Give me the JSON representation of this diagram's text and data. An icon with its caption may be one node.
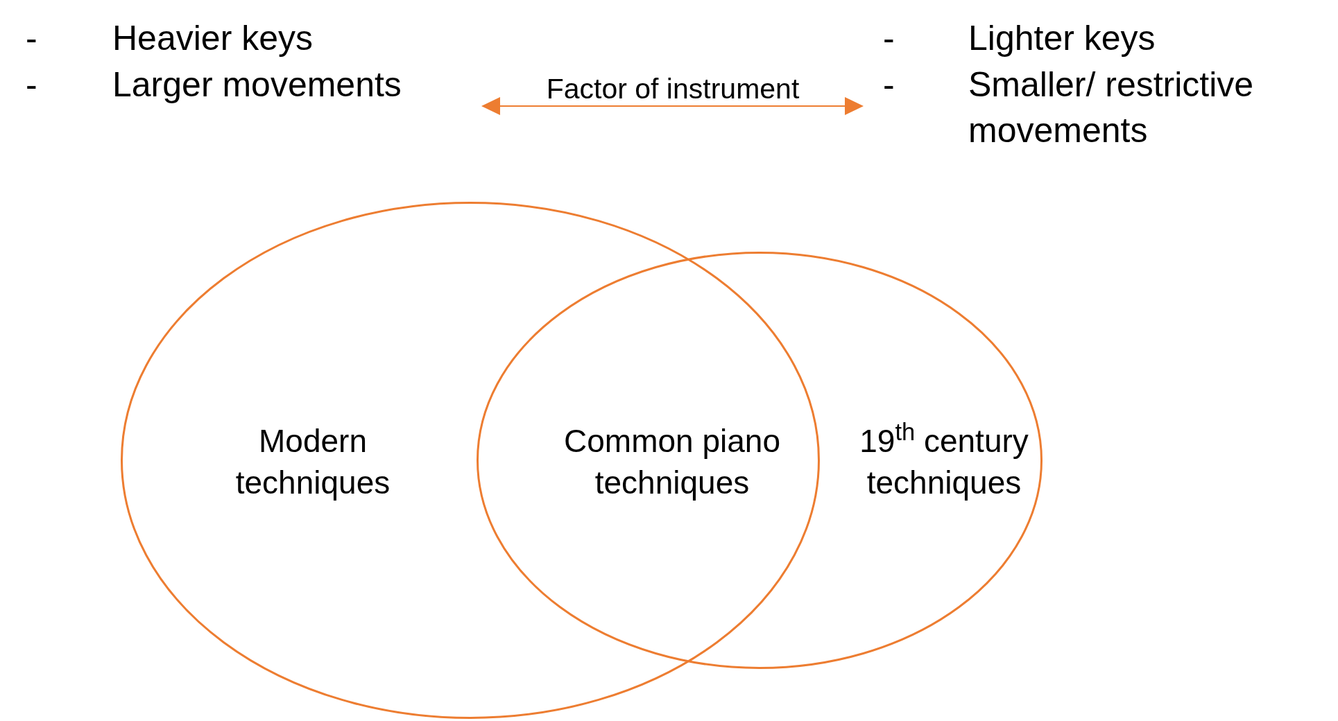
{
  "diagram": {
    "nodes": [
      {
        "text": [
          "Modern techniques"
        ]
      },
      {
        "text": [
          "19$^{th}$ century techniques"
        ]
      }
    ],
    "labels": [
      "-",
      "Heavier keys",
      "-",
      "Larger movements",
      "Factor of instrument",
      "-",
      "Lighter keys",
      "-",
      "Smaller/ restrictive movements",
      "Common piano techniques"
    ]
  }
}
